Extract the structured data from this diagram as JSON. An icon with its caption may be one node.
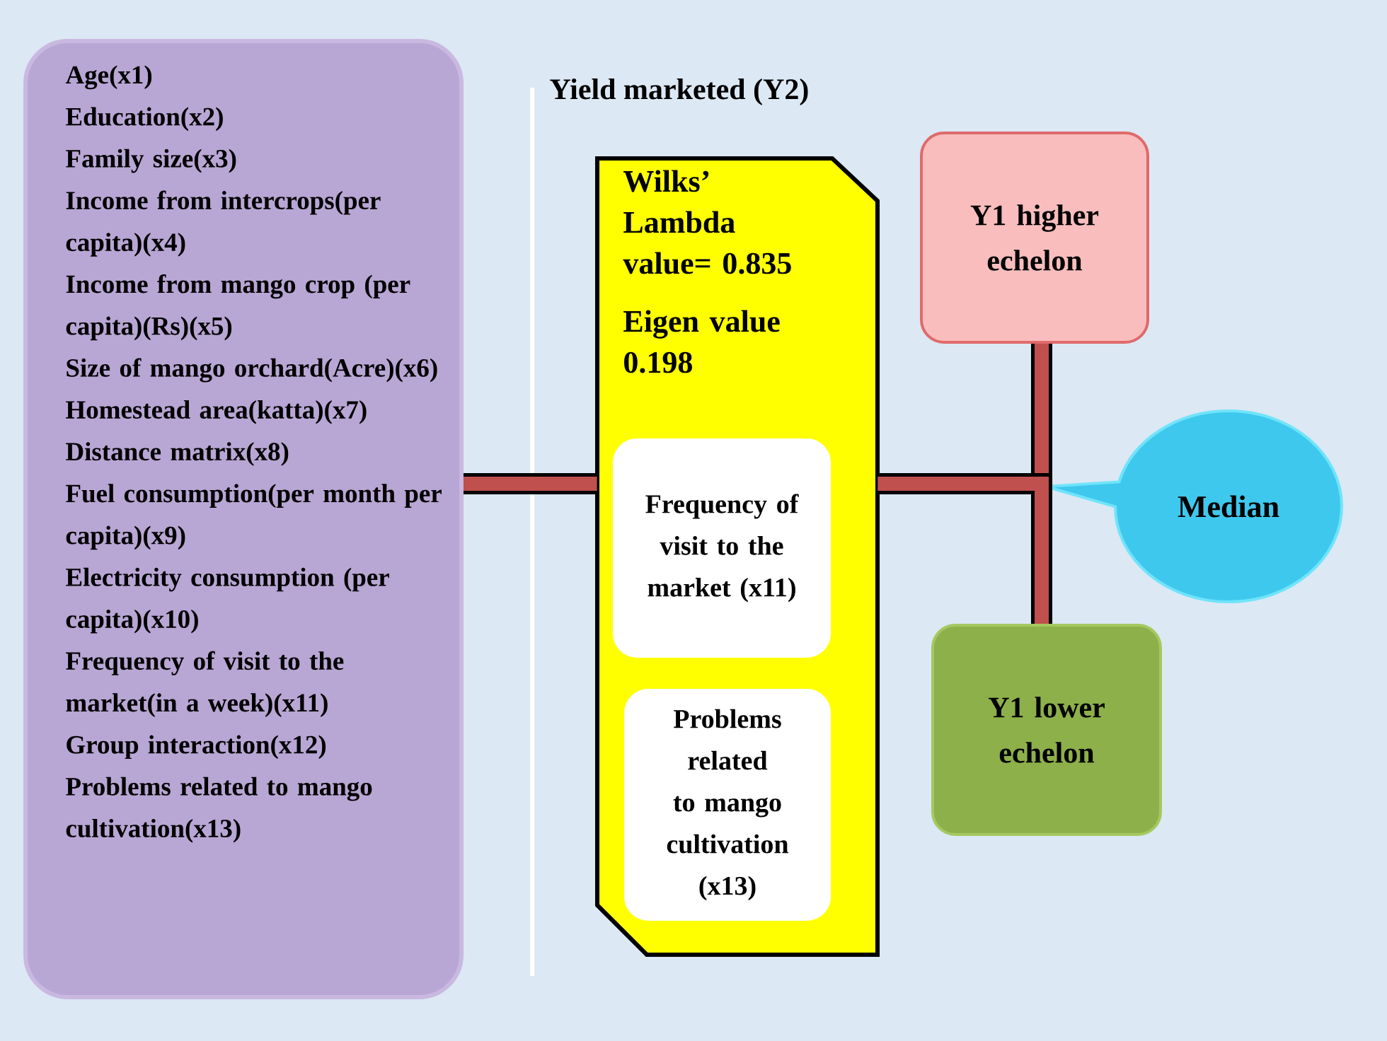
{
  "diagram": {
    "title": "Yield marketed (Y2)",
    "nodes": [
      {
        "text": [
          "Age(x1)",
          "Education(x2)",
          "Family size(x3)",
          "Income from intercrops(per capita)(x4)",
          "Income from mango crop (per capita)(Rs)(x5)",
          "Size of mango orchard(Acre)(x6)",
          "Homestead area(katta)(x7)",
          "Distance matrix(x8)",
          "Fuel consumption(per month per capita)(x9)",
          "Electricity consumption (per capita)(x10)",
          "Frequency of visit to the market(in a week)(x11)",
          "Group interaction(x12)",
          "Problems related to mango cultivation(x13)"
        ]
      },
      {
        "text": [
          "Wilks’ Lambda value= 0.835",
          "Eigen value 0.198"
        ]
      },
      {
        "text": [
          "Frequency of visit to the market (x11)"
        ],
        "in": 1
      },
      {
        "text": [
          "Problems related to mango cultivation (x13)"
        ],
        "in": 1
      },
      {
        "text": [
          "Y1 higher echelon"
        ]
      },
      {
        "text": [
          "Y1 lower echelon"
        ]
      },
      {
        "text": [
          "Median"
        ]
      }
    ],
    "edges": [
      {
        "from": 0,
        "to": 1,
        "arrow": "none"
      },
      {
        "from": 1,
        "to": 4,
        "arrow": "none"
      },
      {
        "from": 1,
        "to": 5,
        "arrow": "none"
      }
    ]
  }
}
